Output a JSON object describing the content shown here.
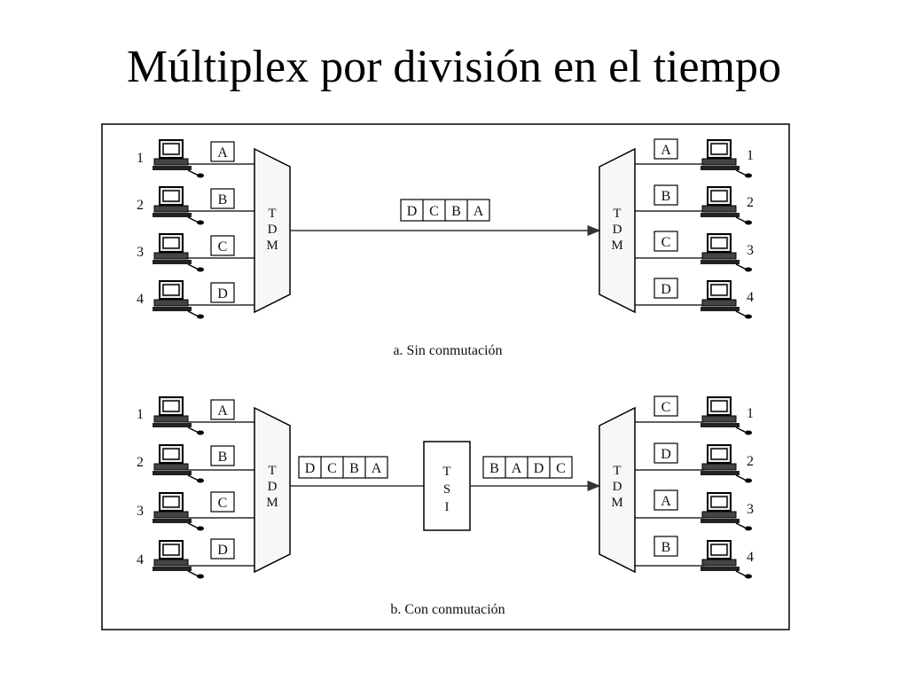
{
  "title": "Múltiplex por división en el tiempo",
  "mux_label": [
    "T",
    "D",
    "M"
  ],
  "tsi_label": [
    "T",
    "S",
    "I"
  ],
  "panels": [
    {
      "caption": "a. Sin conmutación",
      "left_stations": [
        {
          "number": "1",
          "letter": "A"
        },
        {
          "number": "2",
          "letter": "B"
        },
        {
          "number": "3",
          "letter": "C"
        },
        {
          "number": "4",
          "letter": "D"
        }
      ],
      "frames": [
        [
          "D",
          "C",
          "B",
          "A"
        ]
      ],
      "right_stations": [
        {
          "number": "1",
          "letter": "A"
        },
        {
          "number": "2",
          "letter": "B"
        },
        {
          "number": "3",
          "letter": "C"
        },
        {
          "number": "4",
          "letter": "D"
        }
      ]
    },
    {
      "caption": "b. Con conmutación",
      "left_stations": [
        {
          "number": "1",
          "letter": "A"
        },
        {
          "number": "2",
          "letter": "B"
        },
        {
          "number": "3",
          "letter": "C"
        },
        {
          "number": "4",
          "letter": "D"
        }
      ],
      "frames": [
        [
          "D",
          "C",
          "B",
          "A"
        ],
        [
          "B",
          "A",
          "D",
          "C"
        ]
      ],
      "right_stations": [
        {
          "number": "1",
          "letter": "C"
        },
        {
          "number": "2",
          "letter": "D"
        },
        {
          "number": "3",
          "letter": "A"
        },
        {
          "number": "4",
          "letter": "B"
        }
      ]
    }
  ]
}
